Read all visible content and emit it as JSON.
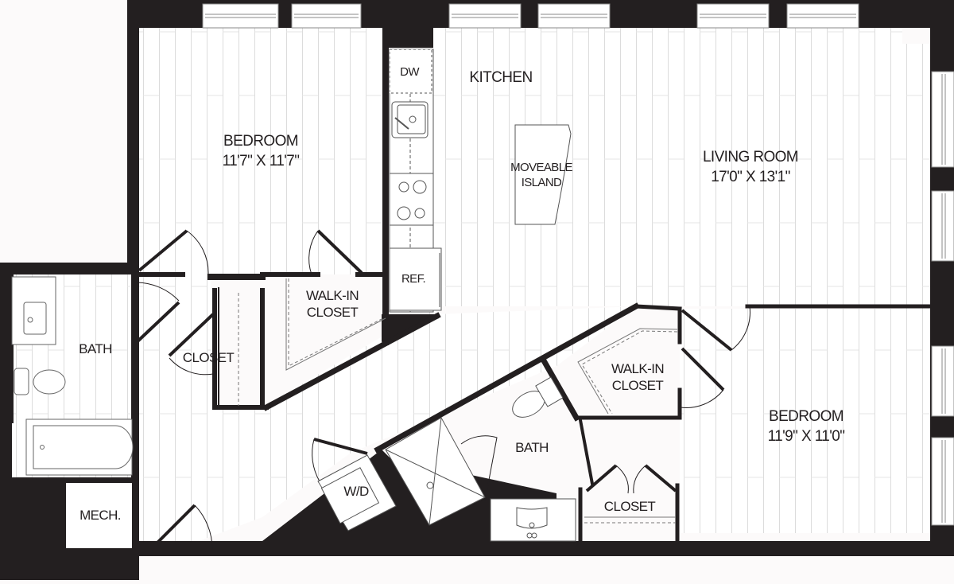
{
  "floorplan": {
    "colors": {
      "wall": "#231f20",
      "floor": "#ffffff",
      "plank_line": "#d9d9d9",
      "background": "#fcfafa",
      "fixture_line": "#555555"
    },
    "rooms": {
      "bedroom1": {
        "name": "BEDROOM",
        "dims": "11'7\" X 11'7\""
      },
      "kitchen": {
        "name": "KITCHEN"
      },
      "living": {
        "name": "LIVING ROOM",
        "dims": "17'0\" X 13'1\""
      },
      "bath1": {
        "name": "BATH"
      },
      "closet1": {
        "name": "CLOSET"
      },
      "walkin1": {
        "line1": "WALK-IN",
        "line2": "CLOSET"
      },
      "mech": {
        "name": "MECH."
      },
      "wd": {
        "name": "W/D"
      },
      "bath2": {
        "name": "BATH"
      },
      "walkin2": {
        "line1": "WALK-IN",
        "line2": "CLOSET"
      },
      "closet2": {
        "name": "CLOSET"
      },
      "bedroom2": {
        "name": "BEDROOM",
        "dims": "11'9\" X 11'0\""
      }
    },
    "fixtures": {
      "dishwasher": "DW",
      "refrigerator": "REF.",
      "island": {
        "line1": "MOVEABLE",
        "line2": "ISLAND"
      }
    }
  }
}
